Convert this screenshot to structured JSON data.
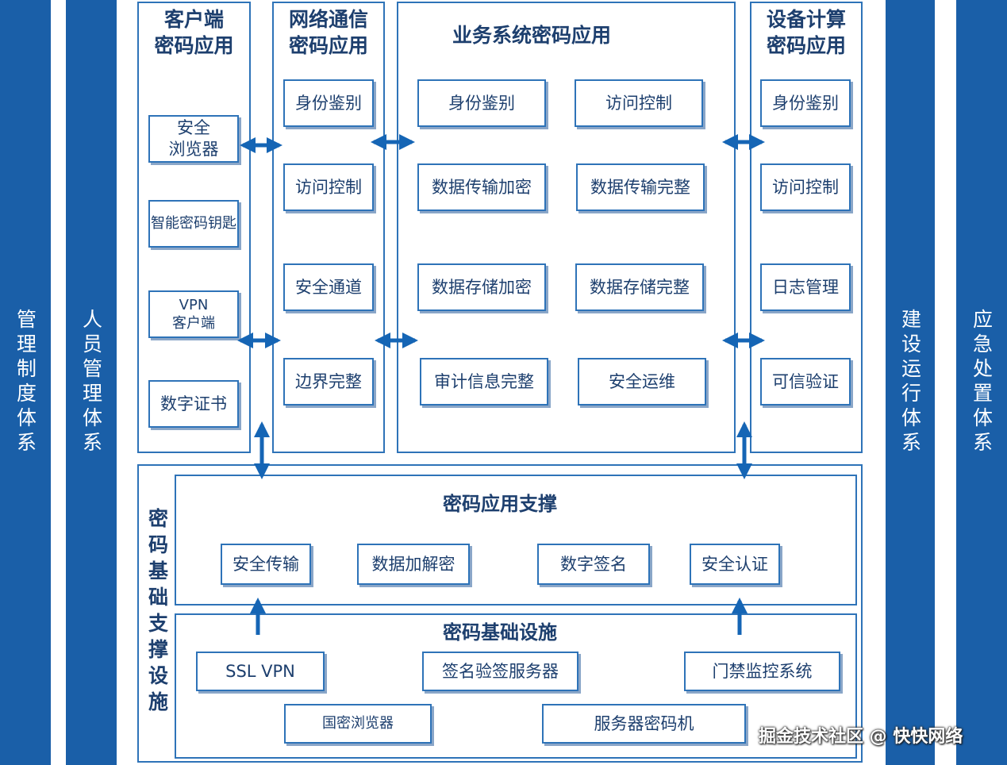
{
  "pillars": {
    "management": "管理制度体系",
    "personnel": "人员管理体系",
    "operation": "建设运行体系",
    "emergency": "应急处置体系"
  },
  "client": {
    "title": "客户端\n密码应用",
    "items": [
      "安全\n浏览器",
      "智能密码钥匙",
      "VPN\n客户端",
      "数字证书"
    ]
  },
  "network": {
    "title": "网络通信\n密码应用",
    "items": [
      "身份鉴别",
      "访问控制",
      "安全通道",
      "边界完整"
    ]
  },
  "business": {
    "title": "业务系统密码应用",
    "items": [
      "身份鉴别",
      "访问控制",
      "数据传输加密",
      "数据传输完整",
      "数据存储加密",
      "数据存储完整",
      "审计信息完整",
      "安全运维"
    ]
  },
  "device": {
    "title": "设备计算\n密码应用",
    "items": [
      "身份鉴别",
      "访问控制",
      "日志管理",
      "可信验证"
    ]
  },
  "infrastructure": {
    "label": "密码基础支撑设施",
    "support": {
      "title": "密码应用支撑",
      "items": [
        "安全传输",
        "数据加解密",
        "数字签名",
        "安全认证"
      ]
    },
    "base": {
      "title": "密码基础设施",
      "items": [
        "SSL  VPN",
        "签名验签服务器",
        "门禁监控系统",
        "国密浏览器",
        "服务器密码机"
      ]
    }
  },
  "watermark": "掘金技术社区 @ 快快网络",
  "colors": {
    "pillar": "#1a5fa8",
    "border": "#2e73b8",
    "arrow": "#1565b5",
    "text": "#1d3f6e"
  }
}
